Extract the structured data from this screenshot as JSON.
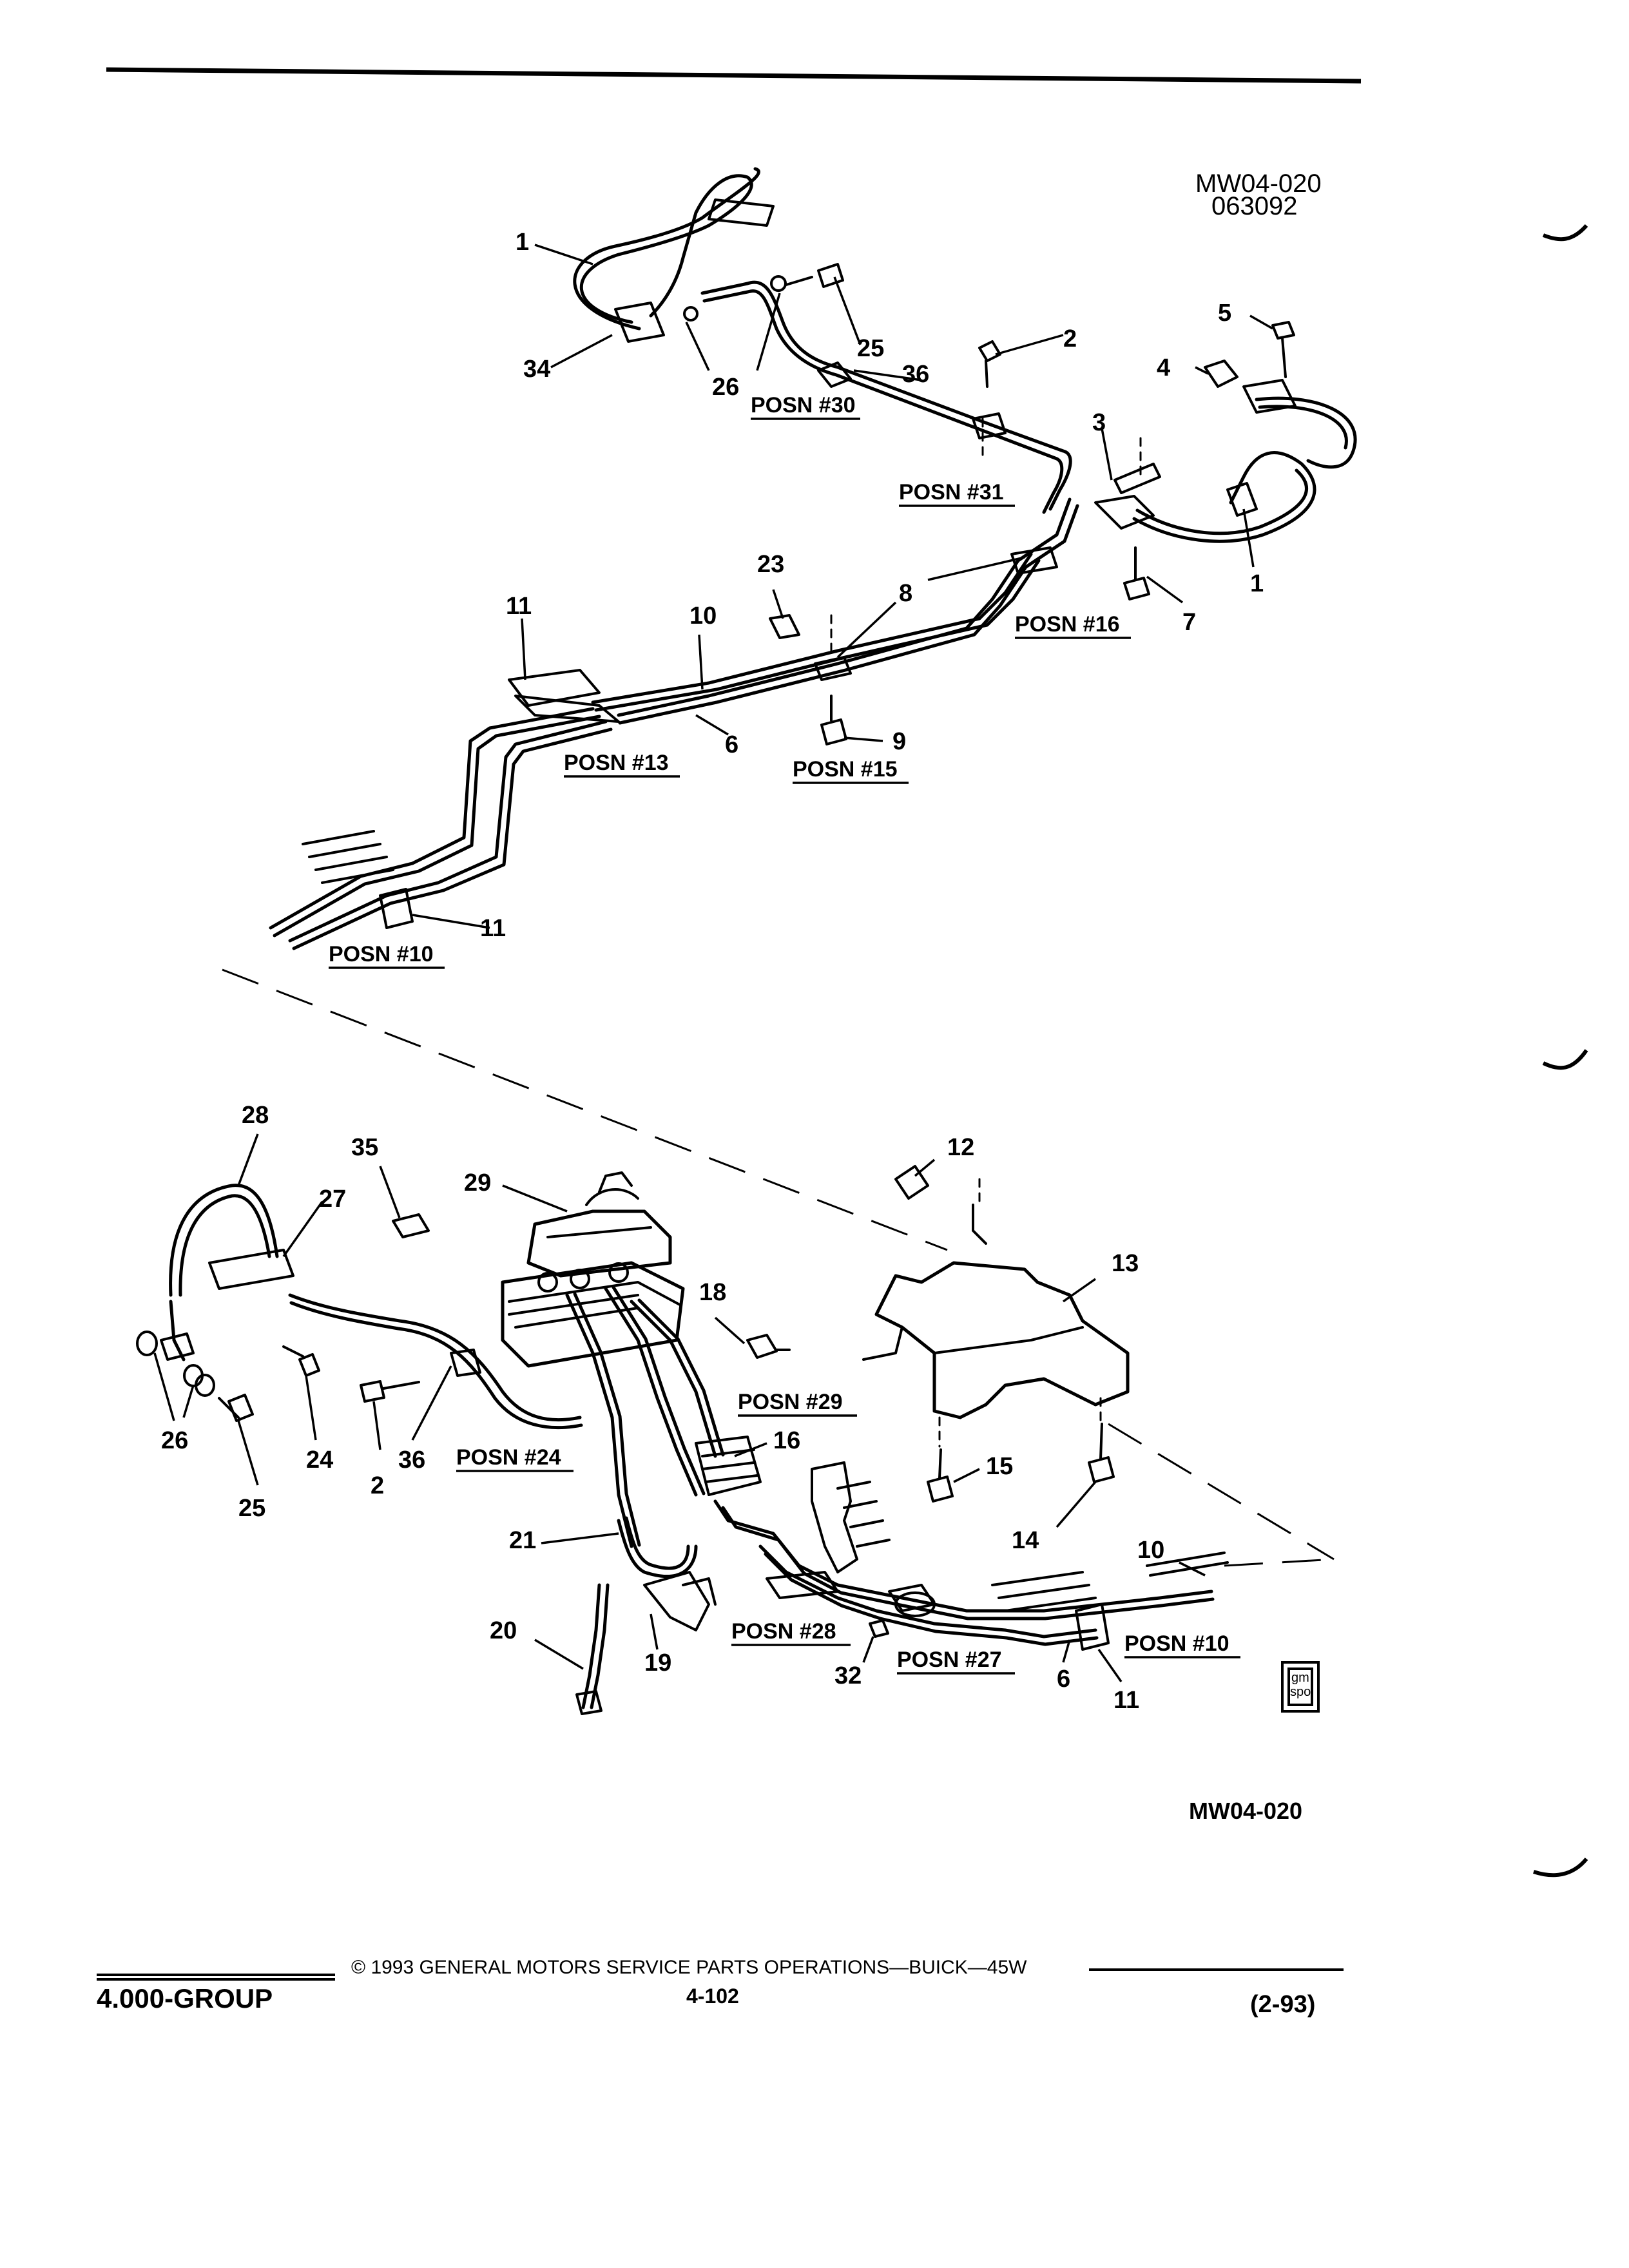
{
  "header": {
    "figure_code": "MW04-020",
    "figure_date": "063092"
  },
  "labels": {
    "l1a": "1",
    "l34": "34",
    "l26a": "26",
    "l25a": "25",
    "l36a": "36",
    "l2a": "2",
    "l5": "5",
    "l4": "4",
    "l3": "3",
    "l1b": "1",
    "l7": "7",
    "l23": "23",
    "l8": "8",
    "l11a": "11",
    "l10a": "10",
    "l6a": "6",
    "l9": "9",
    "l11b": "11",
    "l28": "28",
    "l35": "35",
    "l29": "29",
    "l27": "27",
    "l12": "12",
    "l13": "13",
    "l18": "18",
    "l26b": "26",
    "l24": "24",
    "l2b": "2",
    "l36b": "36",
    "l25b": "25",
    "l16": "16",
    "l15": "15",
    "l21": "21",
    "l14": "14",
    "l10b": "10",
    "l20": "20",
    "l19": "19",
    "l32": "32",
    "l6b": "6",
    "l11c": "11"
  },
  "positions": {
    "p30": "POSN #30",
    "p31": "POSN #31",
    "p16": "POSN #16",
    "p13": "POSN #13",
    "p15": "POSN #15",
    "p10a": "POSN #10",
    "p29": "POSN #29",
    "p24": "POSN #24",
    "p28": "POSN #28",
    "p27": "POSN #27",
    "p10b": "POSN #10"
  },
  "logo": {
    "line1": "gm",
    "line2": "spo"
  },
  "footer": {
    "figure_code": "MW04-020",
    "group": "4.000-GROUP",
    "copyright": "© 1993 GENERAL MOTORS SERVICE PARTS OPERATIONS—BUICK—45W",
    "page": "4-102",
    "date": "(2-93)"
  }
}
